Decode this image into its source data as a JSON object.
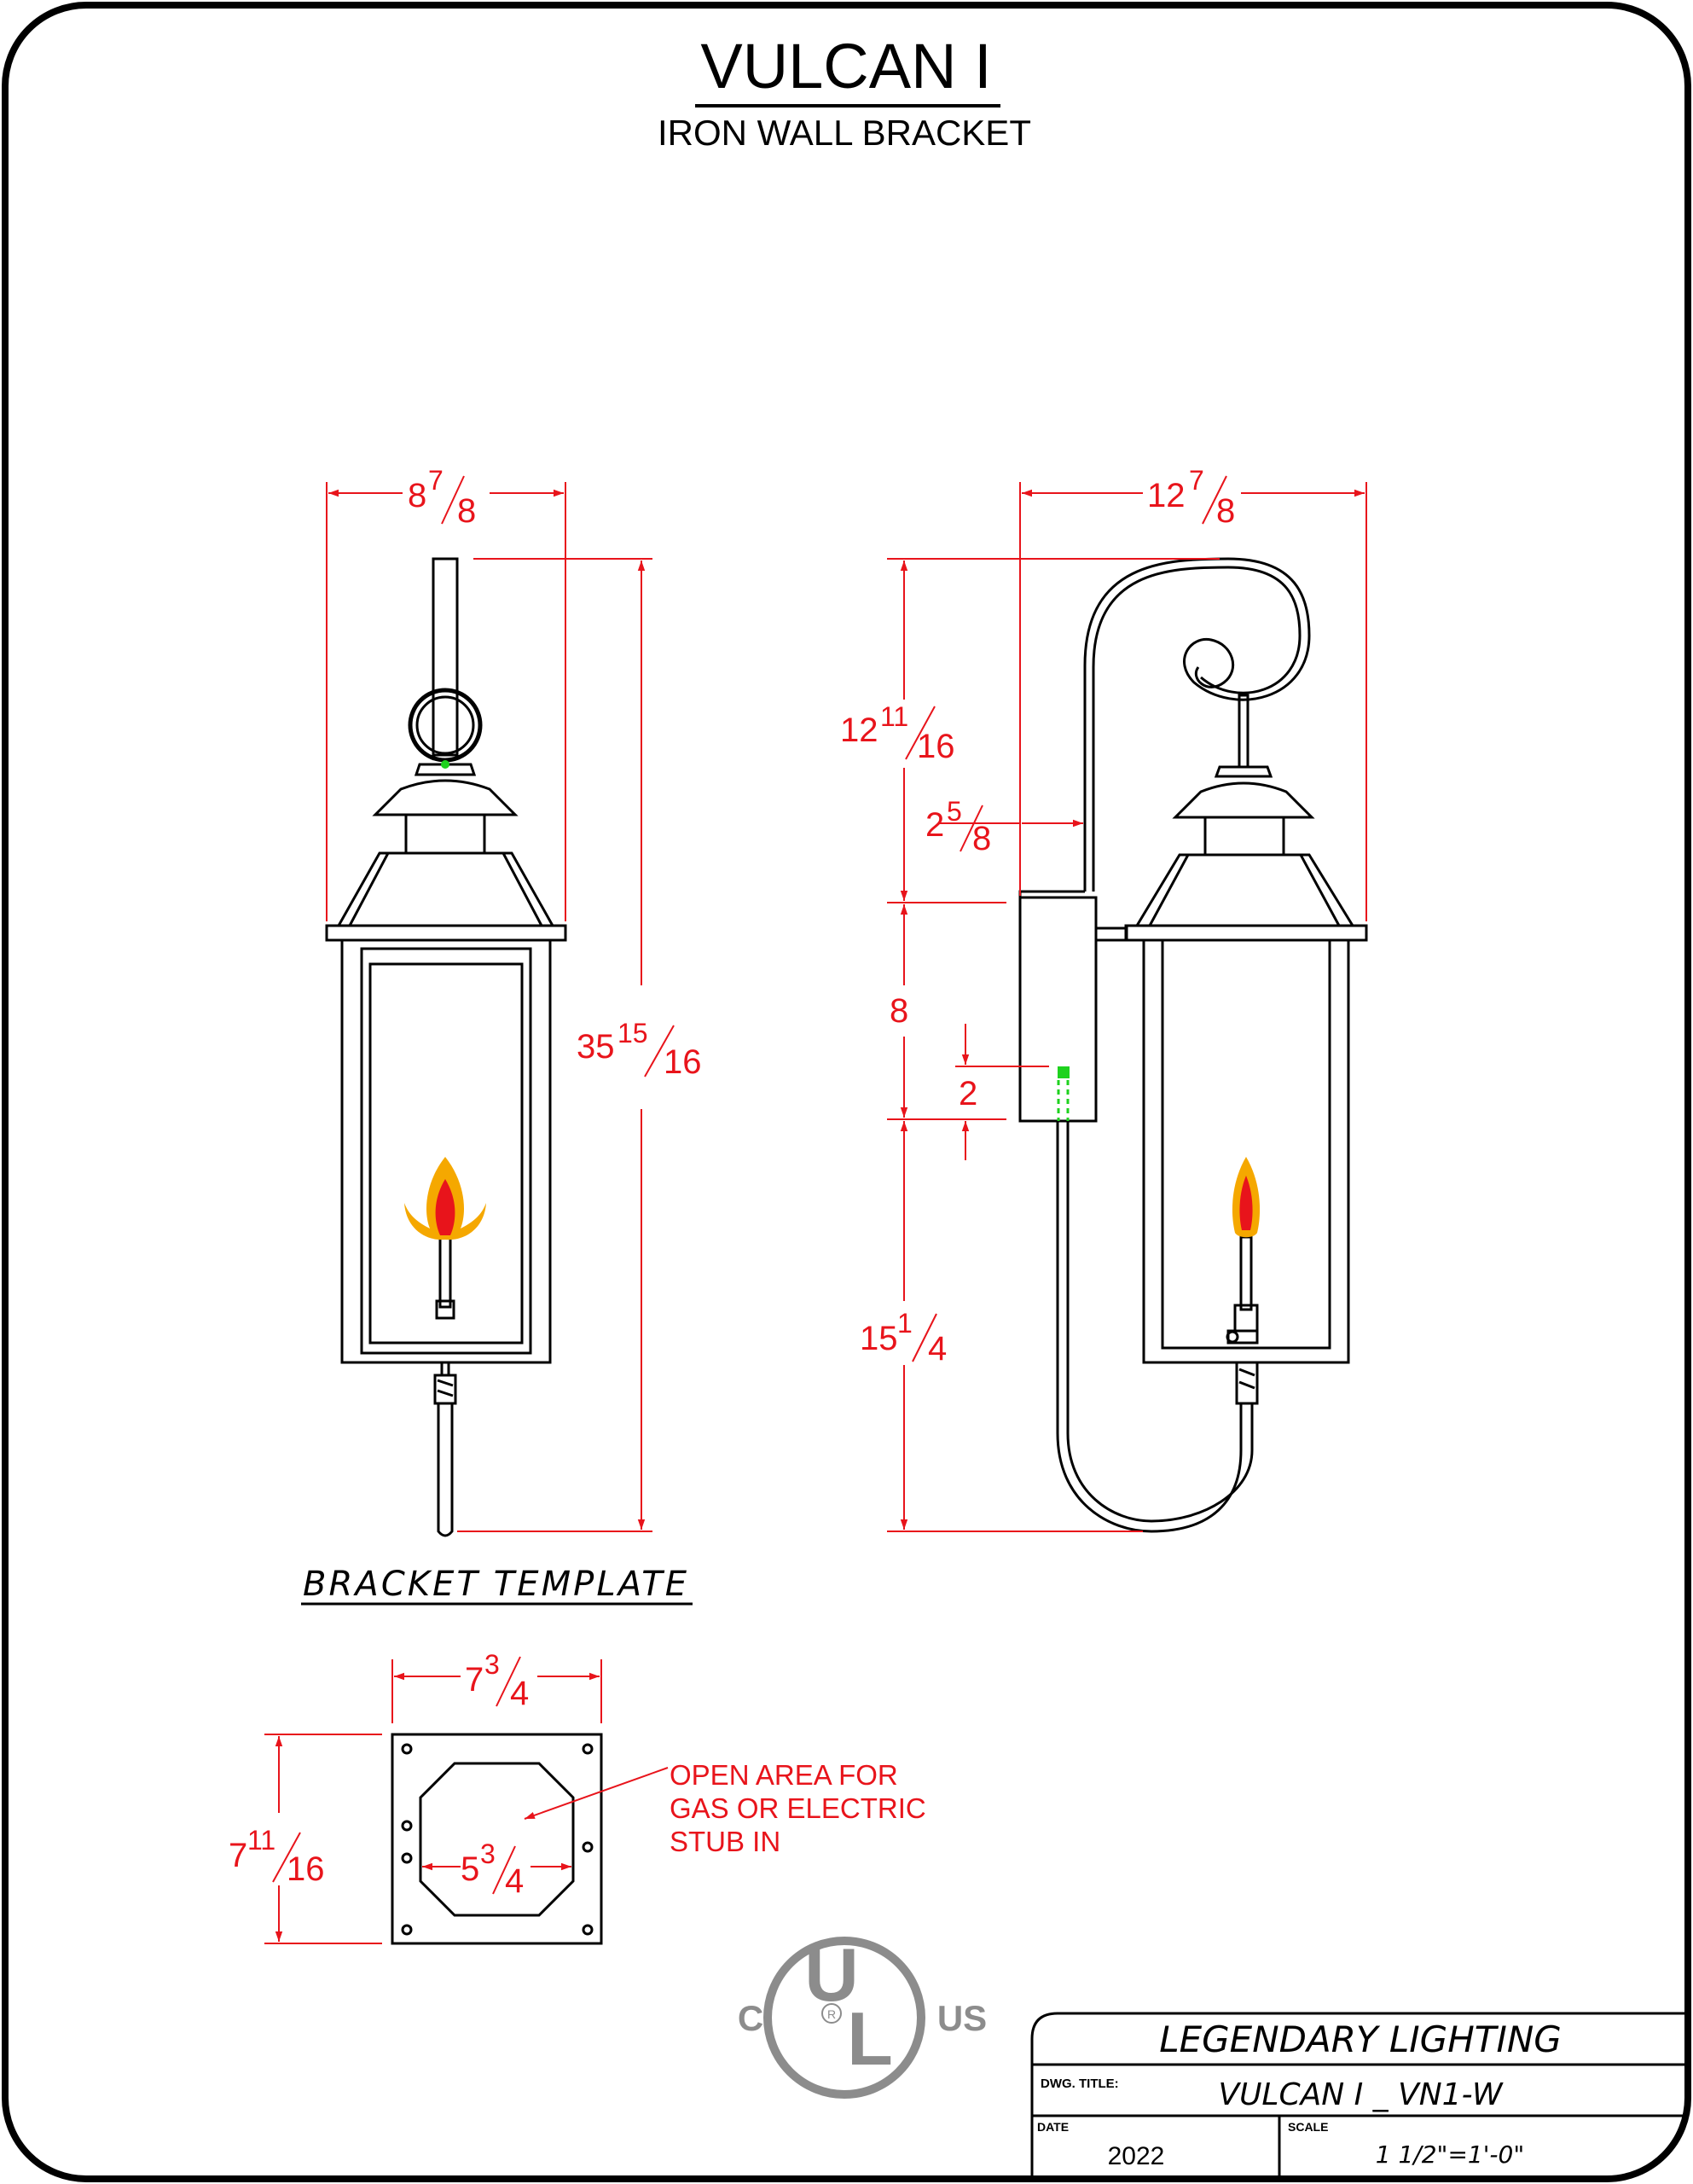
{
  "header": {
    "title": "VULCAN I",
    "subtitle": "IRON WALL BRACKET"
  },
  "front_view": {
    "width": {
      "whole": "8",
      "num": "7",
      "den": "8"
    },
    "height": {
      "whole": "35",
      "num": "15",
      "den": "16"
    }
  },
  "side_view": {
    "depth": {
      "whole": "12",
      "num": "7",
      "den": "8"
    },
    "top_section": {
      "whole": "12",
      "num": "11",
      "den": "16"
    },
    "offset": {
      "whole": "2",
      "num": "5",
      "den": "8"
    },
    "mount_height": "8",
    "stub_offset": "2",
    "bottom_section": {
      "whole": "15",
      "num": "1",
      "den": "4"
    }
  },
  "bracket_template": {
    "label": "BRACKET TEMPLATE",
    "width": {
      "whole": "7",
      "num": "3",
      "den": "4"
    },
    "height": {
      "whole": "7",
      "num": "11",
      "den": "16"
    },
    "opening": {
      "whole": "5",
      "num": "3",
      "den": "4"
    },
    "note_lines": [
      "OPEN AREA FOR",
      "GAS OR ELECTRIC",
      "STUB IN"
    ]
  },
  "ul_mark": {
    "left": "C",
    "center_top": "U",
    "center_bottom": "L",
    "registered": "R",
    "right": "US"
  },
  "title_block": {
    "company": "LEGENDARY LIGHTING",
    "dwg_title_label": "DWG. TITLE:",
    "dwg_title": "VULCAN I _ VN1-W",
    "date_label": "DATE",
    "date": "2022",
    "scale_label": "SCALE",
    "scale": "1 1/2\"=1'-0\""
  },
  "colors": {
    "dimension": "#e8141b",
    "flame_outer": "#f5a800",
    "flame_inner": "#e8141b",
    "valve_marker": "#1ed21e",
    "ul_logo": "#8c8c8c"
  }
}
